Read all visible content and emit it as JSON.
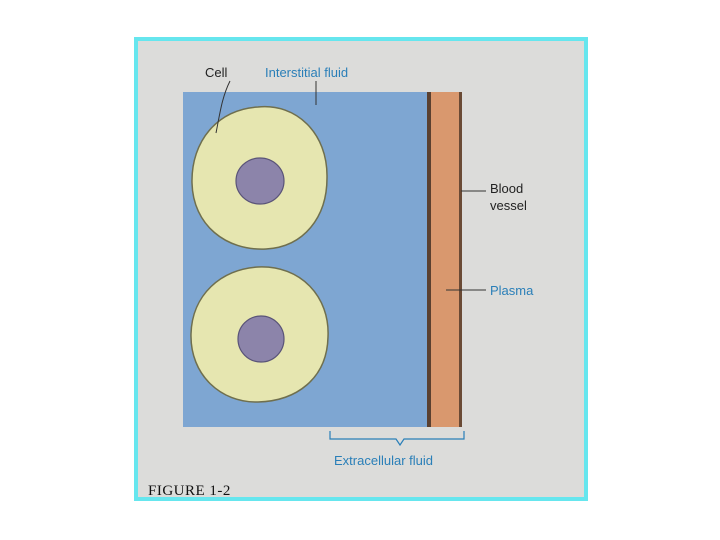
{
  "labels": {
    "cell": "Cell",
    "interstitial_fluid": "Interstitial fluid",
    "blood_vessel_line1": "Blood",
    "blood_vessel_line2": "vessel",
    "plasma": "Plasma",
    "extracellular_fluid": "Extracellular fluid"
  },
  "caption": "FIGURE 1-2",
  "colors": {
    "frame_border": "#66e6ee",
    "panel_background": "#dcdcda",
    "interstitial_fluid": "#7ea6d2",
    "cell_cytoplasm": "#e6e6b0",
    "nucleus": "#8c84aa",
    "plasma": "#d9986e",
    "label_blue": "#2a7fb8"
  }
}
